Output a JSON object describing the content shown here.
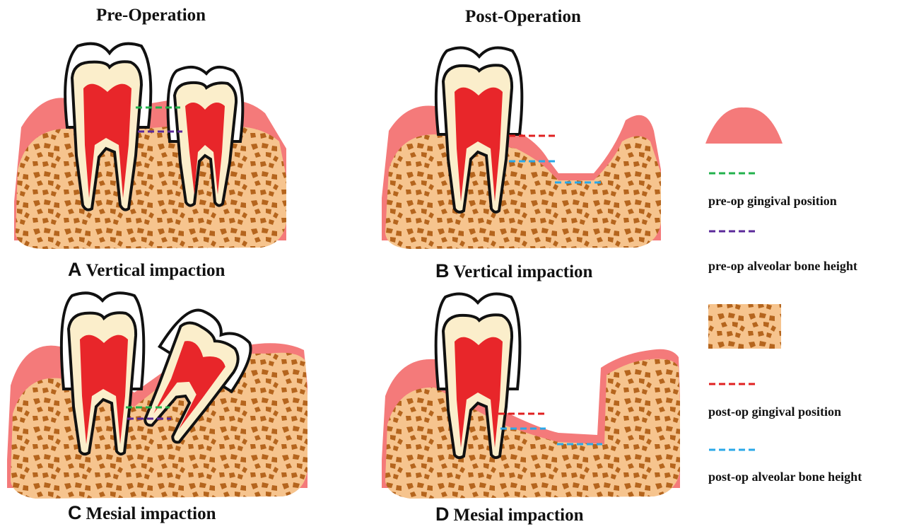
{
  "titles": {
    "pre": "Pre-Operation",
    "post": "Post-Operation"
  },
  "panels": [
    {
      "letter": "A",
      "caption": "Vertical impaction"
    },
    {
      "letter": "B",
      "caption": "Vertical impaction"
    },
    {
      "letter": "C",
      "caption": "Mesial impaction"
    },
    {
      "letter": "D",
      "caption": "Mesial impaction"
    }
  ],
  "legend": {
    "items": [
      {
        "label": "pre-op gingival position",
        "color": "#22b14c"
      },
      {
        "label": "pre-op alveolar bone height",
        "color": "#5b2a9a"
      },
      {
        "label": "post-op gingival position",
        "color": "#e02020"
      },
      {
        "label": "post-op alveolar bone height",
        "color": "#2aa8e8"
      }
    ]
  },
  "colors": {
    "gum": "#f47a7a",
    "bone": "#f6c48e",
    "bone_spot": "#b5651d",
    "enamel": "#ffffff",
    "dentin": "#fbeecb",
    "pulp": "#e8262a",
    "outline": "#111111"
  }
}
